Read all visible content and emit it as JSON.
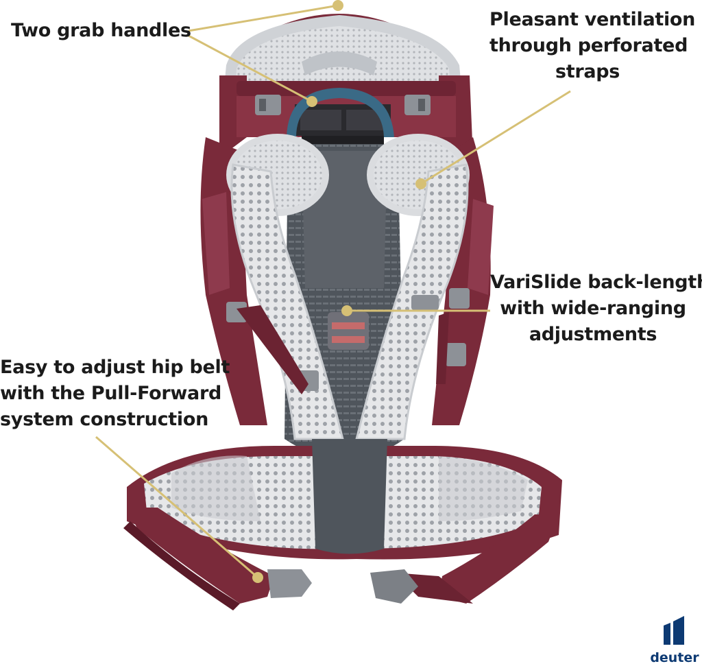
{
  "callouts": {
    "grab_handles": {
      "lines": [
        "Two grab handles"
      ]
    },
    "ventilation": {
      "lines": [
        "Pleasant ventilation",
        "through perforated",
        "straps"
      ]
    },
    "varislide": {
      "lines": [
        "VariSlide back-length",
        "with wide-ranging",
        "adjustments"
      ]
    },
    "hip_belt": {
      "lines": [
        "Easy to adjust hip belt",
        "with the Pull-Forward",
        "system construction"
      ]
    }
  },
  "brand": {
    "name": "deuter"
  },
  "colors": {
    "frame_maroon": "#7a2a3a",
    "frame_maroon_dark": "#5a1a28",
    "mesh_grey": "#d9dbde",
    "back_panel_grey": "#5a5f66",
    "callout_gold": "#d6c075",
    "brand_blue": "#0d3a73"
  }
}
